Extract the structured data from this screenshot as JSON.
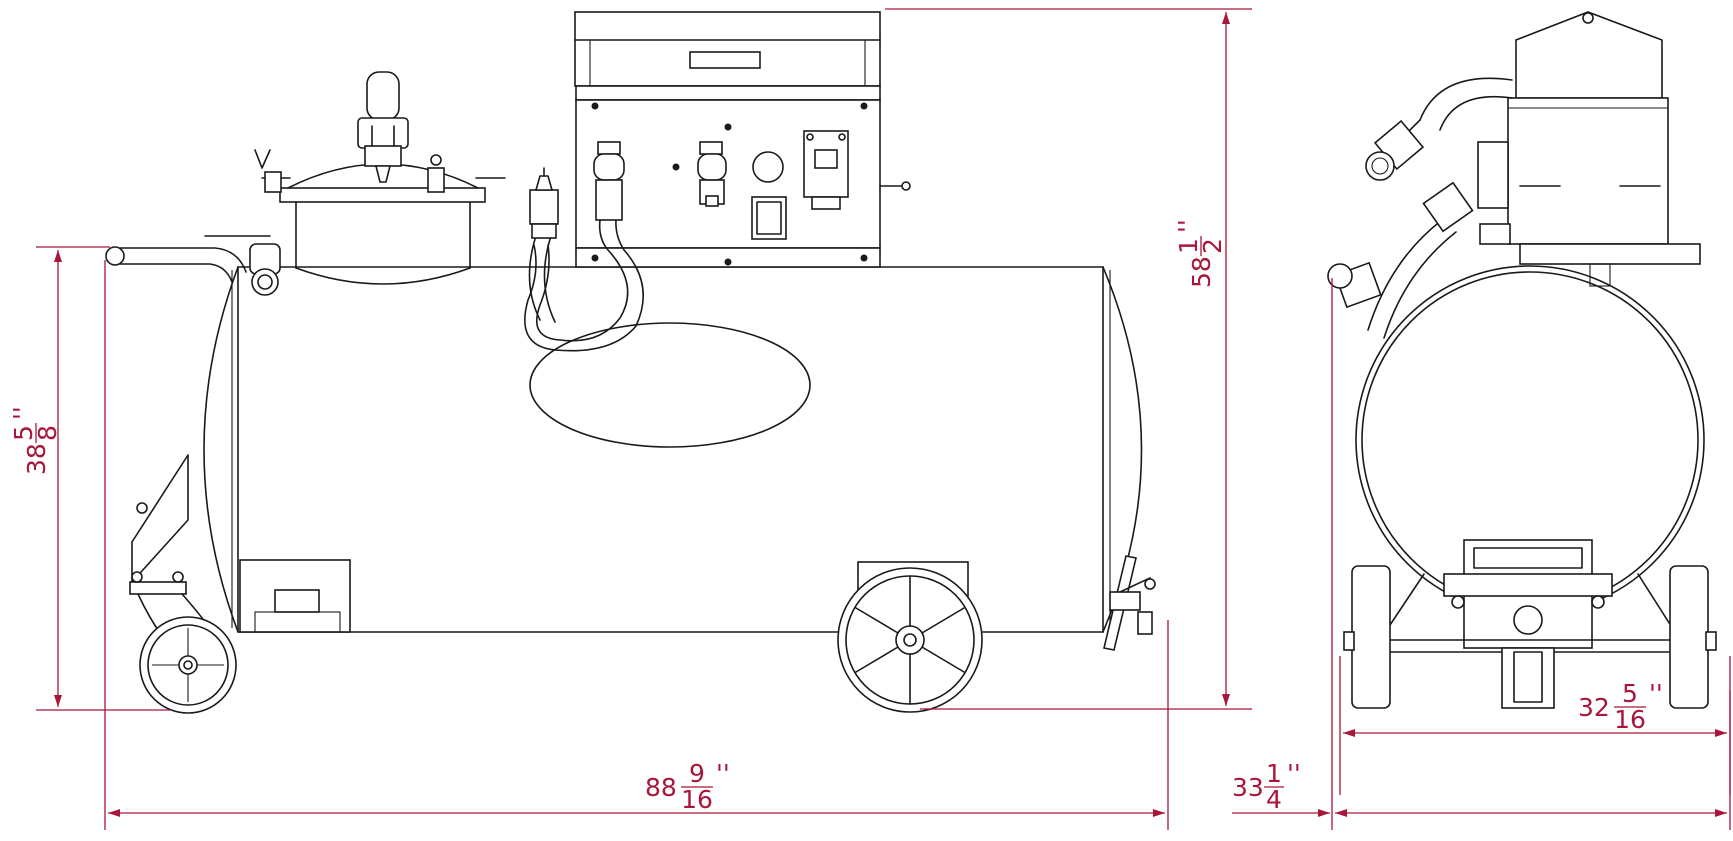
{
  "colors": {
    "dimension": "#a8163a",
    "line": "#1a1a1a",
    "background": "#ffffff"
  },
  "dimensions": {
    "overall_height": {
      "whole": "58",
      "num": "1",
      "den": "2",
      "unit": "''"
    },
    "tank_height": {
      "whole": "38",
      "num": "5",
      "den": "8",
      "unit": "''"
    },
    "overall_length": {
      "whole": "88",
      "num": "9",
      "den": "16",
      "unit": "''"
    },
    "overall_width": {
      "whole": "33",
      "num": "1",
      "den": "4",
      "unit": "''"
    },
    "wheel_track": {
      "whole": "32",
      "num": "5",
      "den": "16",
      "unit": "''"
    }
  }
}
